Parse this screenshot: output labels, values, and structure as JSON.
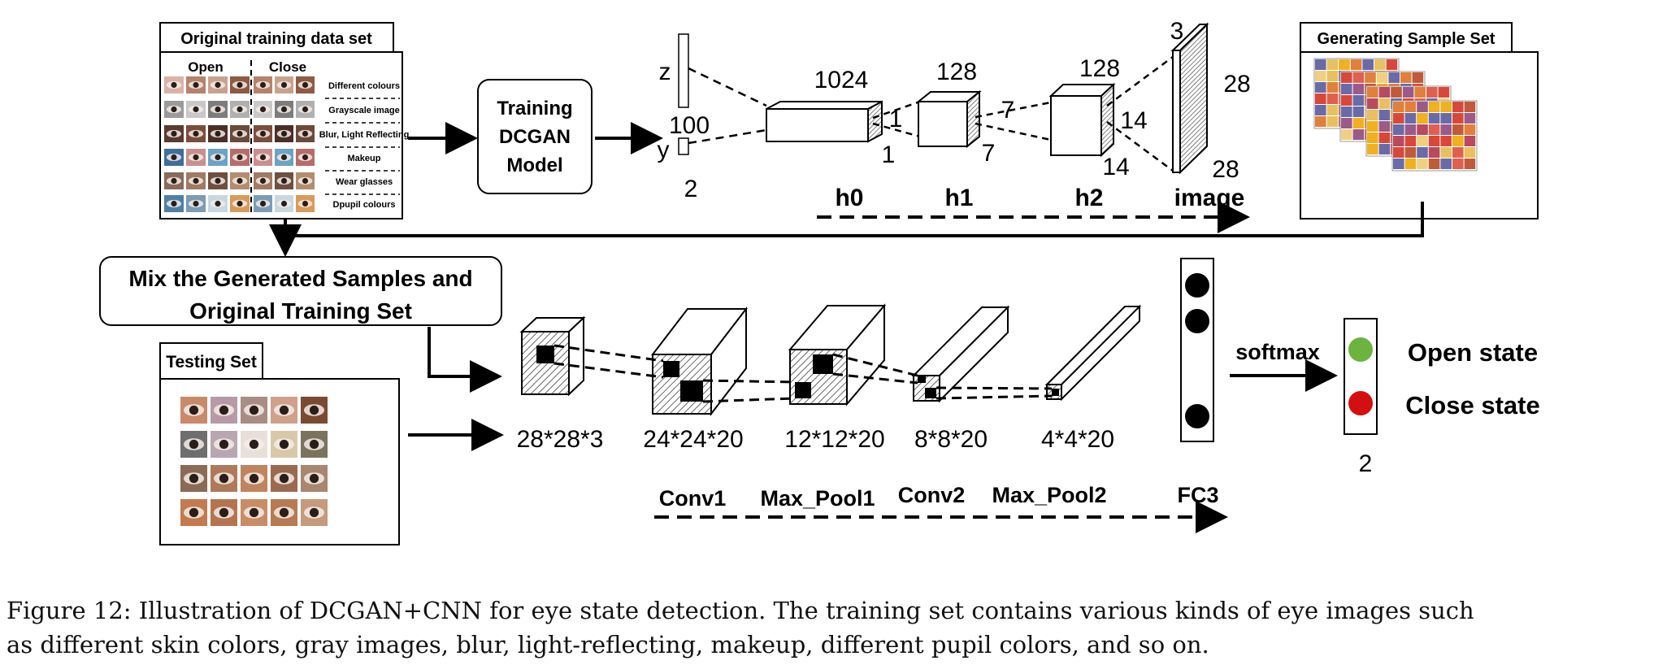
{
  "training_set": {
    "title": "Original training data set",
    "col_open": "Open",
    "col_close": "Close",
    "rows": [
      "Different colours",
      "Grayscale image",
      "Blur, Light Reflecting",
      "Makeup",
      "Wear glasses",
      "Dpupil colours"
    ]
  },
  "training_model": {
    "line1": "Training",
    "line2": "DCGAN",
    "line3": "Model"
  },
  "generator": {
    "z": "z",
    "y": "y",
    "z_dim": "100",
    "y_dim": "2",
    "h0_dim": "1024",
    "h1_channels": "128",
    "h1_size_a": "1",
    "h1_size_b": "1",
    "h2_channels": "128",
    "h2_size_a": "7",
    "h2_size_b": "7",
    "img_channels": "3",
    "img_size_a": "14",
    "img_size_b": "14",
    "out_w": "28",
    "out_h": "28",
    "stages": [
      "h0",
      "h1",
      "h2",
      "image"
    ]
  },
  "generated_set": {
    "title": "Generating Sample Set"
  },
  "mix": {
    "line1": "Mix the Generated Samples and",
    "line2": "Original Training Set"
  },
  "testing_set": {
    "title": "Testing Set"
  },
  "cnn": {
    "dims": [
      "28*28*3",
      "24*24*20",
      "12*12*20",
      "8*8*20",
      "4*4*20"
    ],
    "layers": [
      "Conv1",
      "Max_Pool1",
      "Conv2",
      "Max_Pool2",
      "FC3"
    ],
    "softmax": "softmax",
    "output_count": "2"
  },
  "outputs": [
    {
      "label": "Open state",
      "color": "#6db33f"
    },
    {
      "label": "Close state",
      "color": "#d40f0f"
    }
  ],
  "caption": {
    "line1": "Figure 12: Illustration of DCGAN+CNN for eye state detection. The training set contains various kinds of eye images such",
    "line2": "as different skin colors, gray images, blur, light-reflecting, makeup, different pupil colors, and so on."
  }
}
